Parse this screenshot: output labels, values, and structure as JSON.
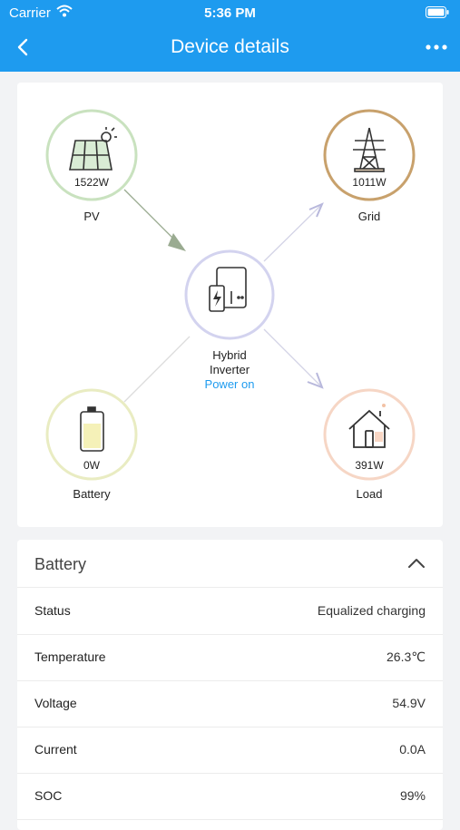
{
  "status_bar": {
    "carrier": "Carrier",
    "time": "5:36 PM"
  },
  "nav": {
    "title": "Device details"
  },
  "flow": {
    "pv": {
      "value": "1522W",
      "label": "PV"
    },
    "grid": {
      "value": "1011W",
      "label": "Grid"
    },
    "inverter": {
      "label_line1": "Hybrid",
      "label_line2": "Inverter",
      "status": "Power on"
    },
    "battery": {
      "value": "0W",
      "label": "Battery"
    },
    "load": {
      "value": "391W",
      "label": "Load"
    }
  },
  "battery_section": {
    "title": "Battery",
    "rows": [
      {
        "key": "Status",
        "value": "Equalized charging"
      },
      {
        "key": "Temperature",
        "value": "26.3℃"
      },
      {
        "key": "Voltage",
        "value": "54.9V"
      },
      {
        "key": "Current",
        "value": "0.0A"
      },
      {
        "key": "SOC",
        "value": "99%"
      }
    ]
  },
  "colors": {
    "header": "#1e9bef",
    "pv_ring": "#c9e2bf",
    "grid_ring": "#c8a16c",
    "inverter_ring": "#d3d3ef",
    "battery_ring": "#e9ecc2",
    "load_ring": "#f6d6c5"
  }
}
